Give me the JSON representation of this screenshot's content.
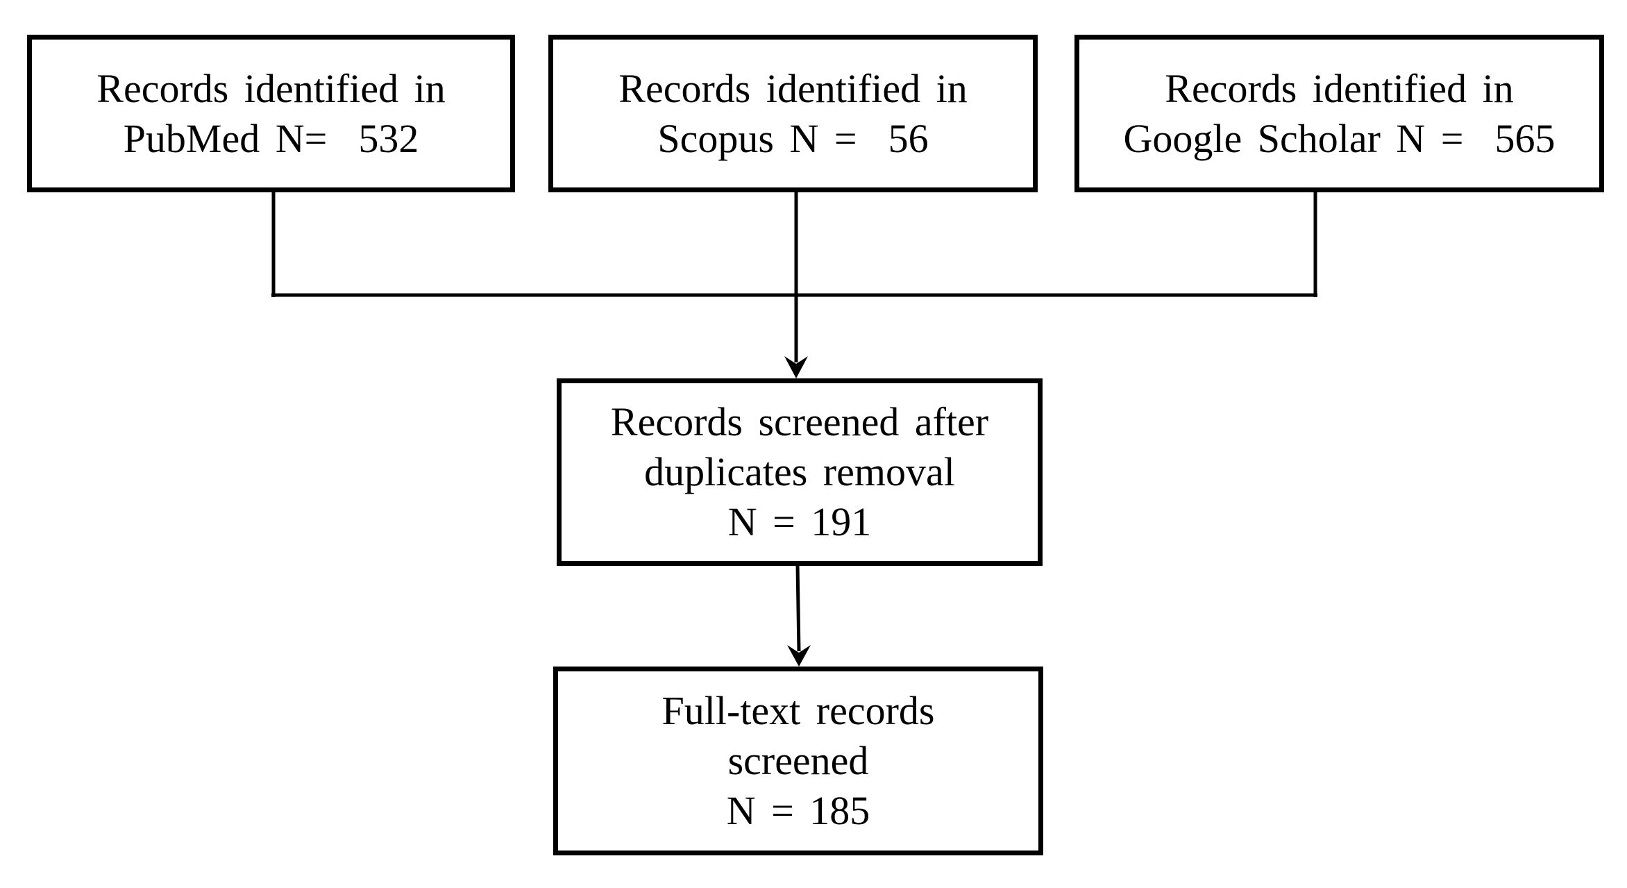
{
  "diagram": {
    "type": "flowchart",
    "boxes": {
      "pubmed": {
        "lines": [
          "Records identified in",
          "PubMed N=  532"
        ]
      },
      "scopus": {
        "lines": [
          "Records identified in",
          "Scopus N =  56"
        ]
      },
      "gscholar": {
        "lines": [
          "Records identified in",
          "Google Scholar N =  565"
        ]
      },
      "screened": {
        "lines": [
          "Records screened after",
          "duplicates removal",
          "N = 191"
        ]
      },
      "fulltext": {
        "lines": [
          "Full-text records",
          "screened",
          "N = 185"
        ]
      }
    },
    "colors": {
      "line": "#000000",
      "text": "#000000",
      "background": "#ffffff"
    }
  }
}
